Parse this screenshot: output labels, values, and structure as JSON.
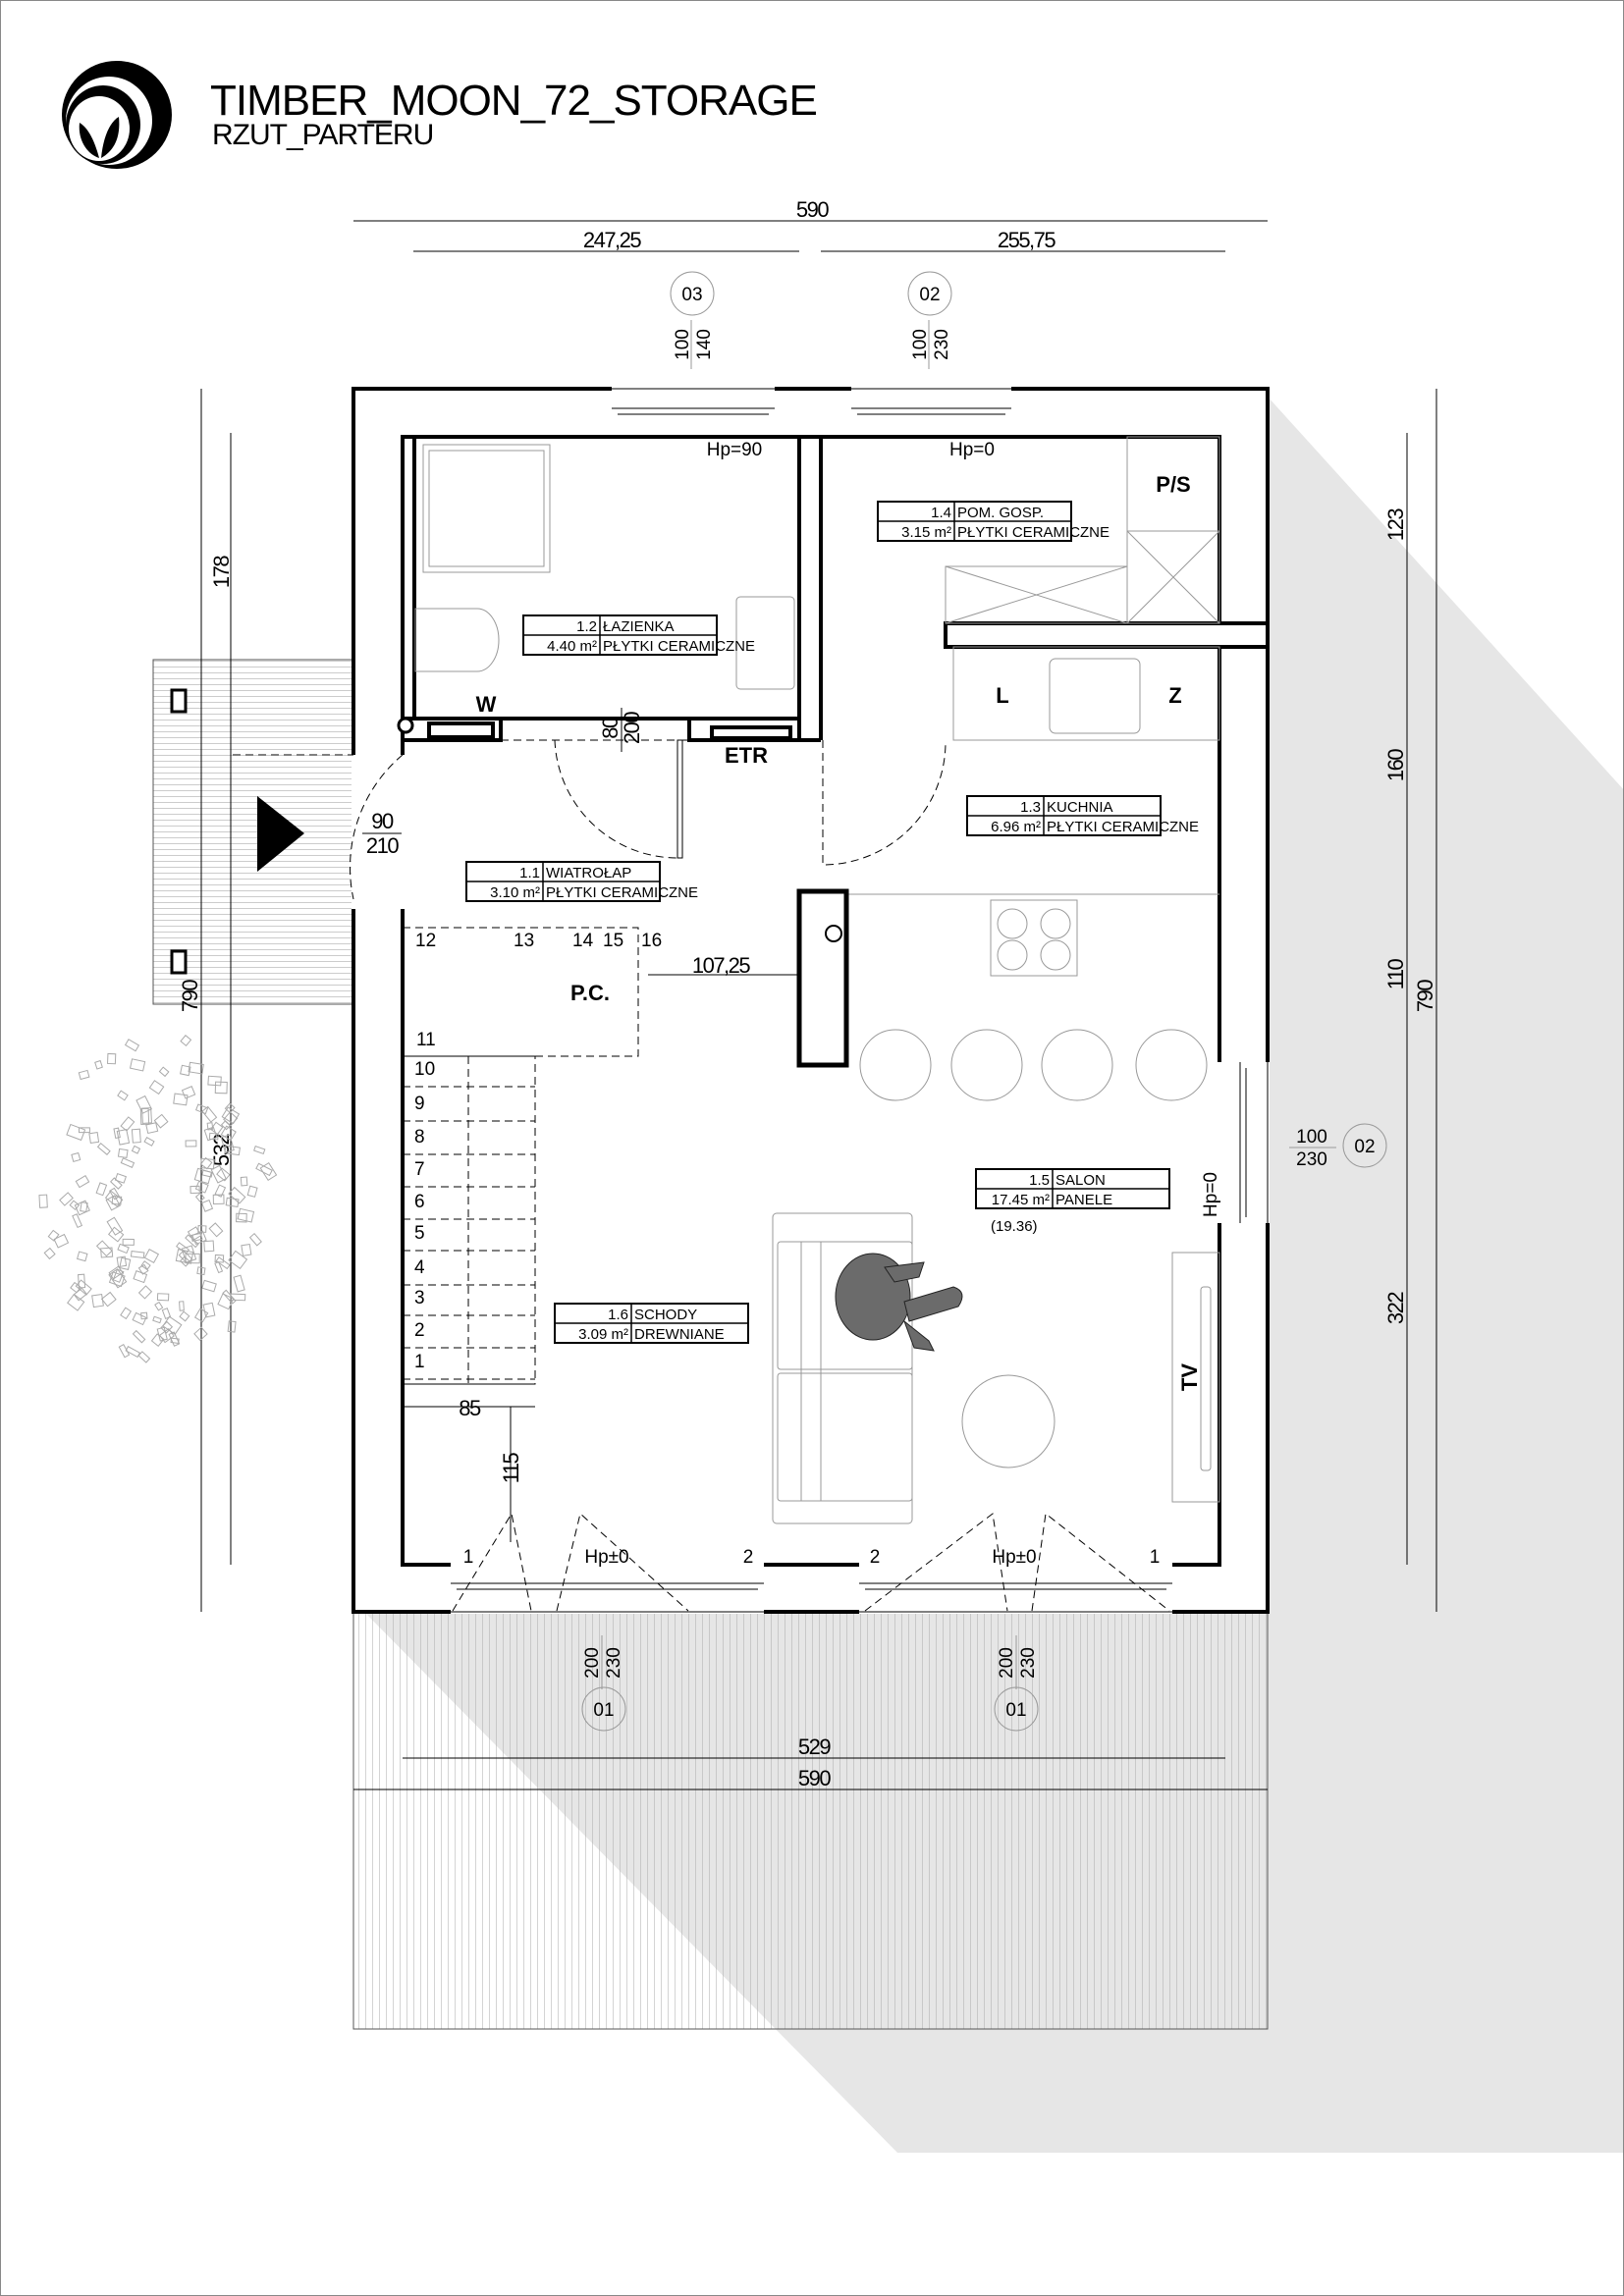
{
  "header": {
    "title": "TIMBER_MOON_72_STORAGE",
    "subtitle": "RZUT_PARTERU"
  },
  "dimensions": {
    "top_total": "590",
    "top_left": "247,25",
    "top_right": "255,75",
    "left_upper": "178",
    "left_total": "790",
    "left_lower": "532",
    "right_1": "123",
    "right_2": "160",
    "right_3": "110",
    "right_total": "790",
    "right_4": "322",
    "bottom_inner": "529",
    "bottom_total": "590",
    "stair_width": "85",
    "stair_offset": "115",
    "island_dist": "107,25"
  },
  "windows": {
    "top_left": {
      "tag": "03",
      "w": "100",
      "h": "140"
    },
    "top_right": {
      "tag": "02",
      "w": "100",
      "h": "230"
    },
    "right": {
      "tag": "02",
      "w": "100",
      "h": "230"
    },
    "bottom_left": {
      "tag": "01",
      "w": "200",
      "h": "230"
    },
    "bottom_right": {
      "tag": "01",
      "w": "200",
      "h": "230"
    }
  },
  "doors": {
    "entrance": {
      "w": "90",
      "h": "210"
    },
    "bathroom": {
      "w": "80",
      "h": "200"
    }
  },
  "rooms": [
    {
      "no": "1.1",
      "name": "WIATROŁAP",
      "area": "3.10 m²",
      "floor": "PŁYTKI CERAMICZNE"
    },
    {
      "no": "1.2",
      "name": "ŁAZIENKA",
      "area": "4.40 m²",
      "floor": "PŁYTKI CERAMICZNE"
    },
    {
      "no": "1.3",
      "name": "KUCHNIA",
      "area": "6.96 m²",
      "floor": "PŁYTKI CERAMICZNE"
    },
    {
      "no": "1.4",
      "name": "POM. GOSP.",
      "area": "3.15 m²",
      "floor": "PŁYTKI CERAMICZNE"
    },
    {
      "no": "1.5",
      "name": "SALON",
      "area": "17.45 m²",
      "floor": "PANELE"
    },
    {
      "no": "1.6",
      "name": "SCHODY",
      "area": "3.09 m²",
      "floor": "DREWNIANE"
    }
  ],
  "salon_extra_area": "(19.36)",
  "labels": {
    "w": "W",
    "etr": "ETR",
    "ps": "P/S",
    "l": "L",
    "z": "Z",
    "tv": "TV",
    "pc": "P.C.",
    "hp_bath": "Hp=90",
    "hp_util": "Hp=0",
    "hp_right": "Hp=0",
    "hp_bottom_left": "Hp±0",
    "hp_bottom_right": "Hp±0",
    "sash_bl_1": "1",
    "sash_bl_2": "2",
    "sash_br_2": "2",
    "sash_br_1": "1"
  },
  "stairs": [
    "1",
    "2",
    "3",
    "4",
    "5",
    "6",
    "7",
    "8",
    "9",
    "10",
    "11",
    "12",
    "13",
    "14",
    "15",
    "16"
  ],
  "colors": {
    "shadow": "#e6e6e6",
    "person": "#6b6b6b",
    "wall": "#000000"
  }
}
